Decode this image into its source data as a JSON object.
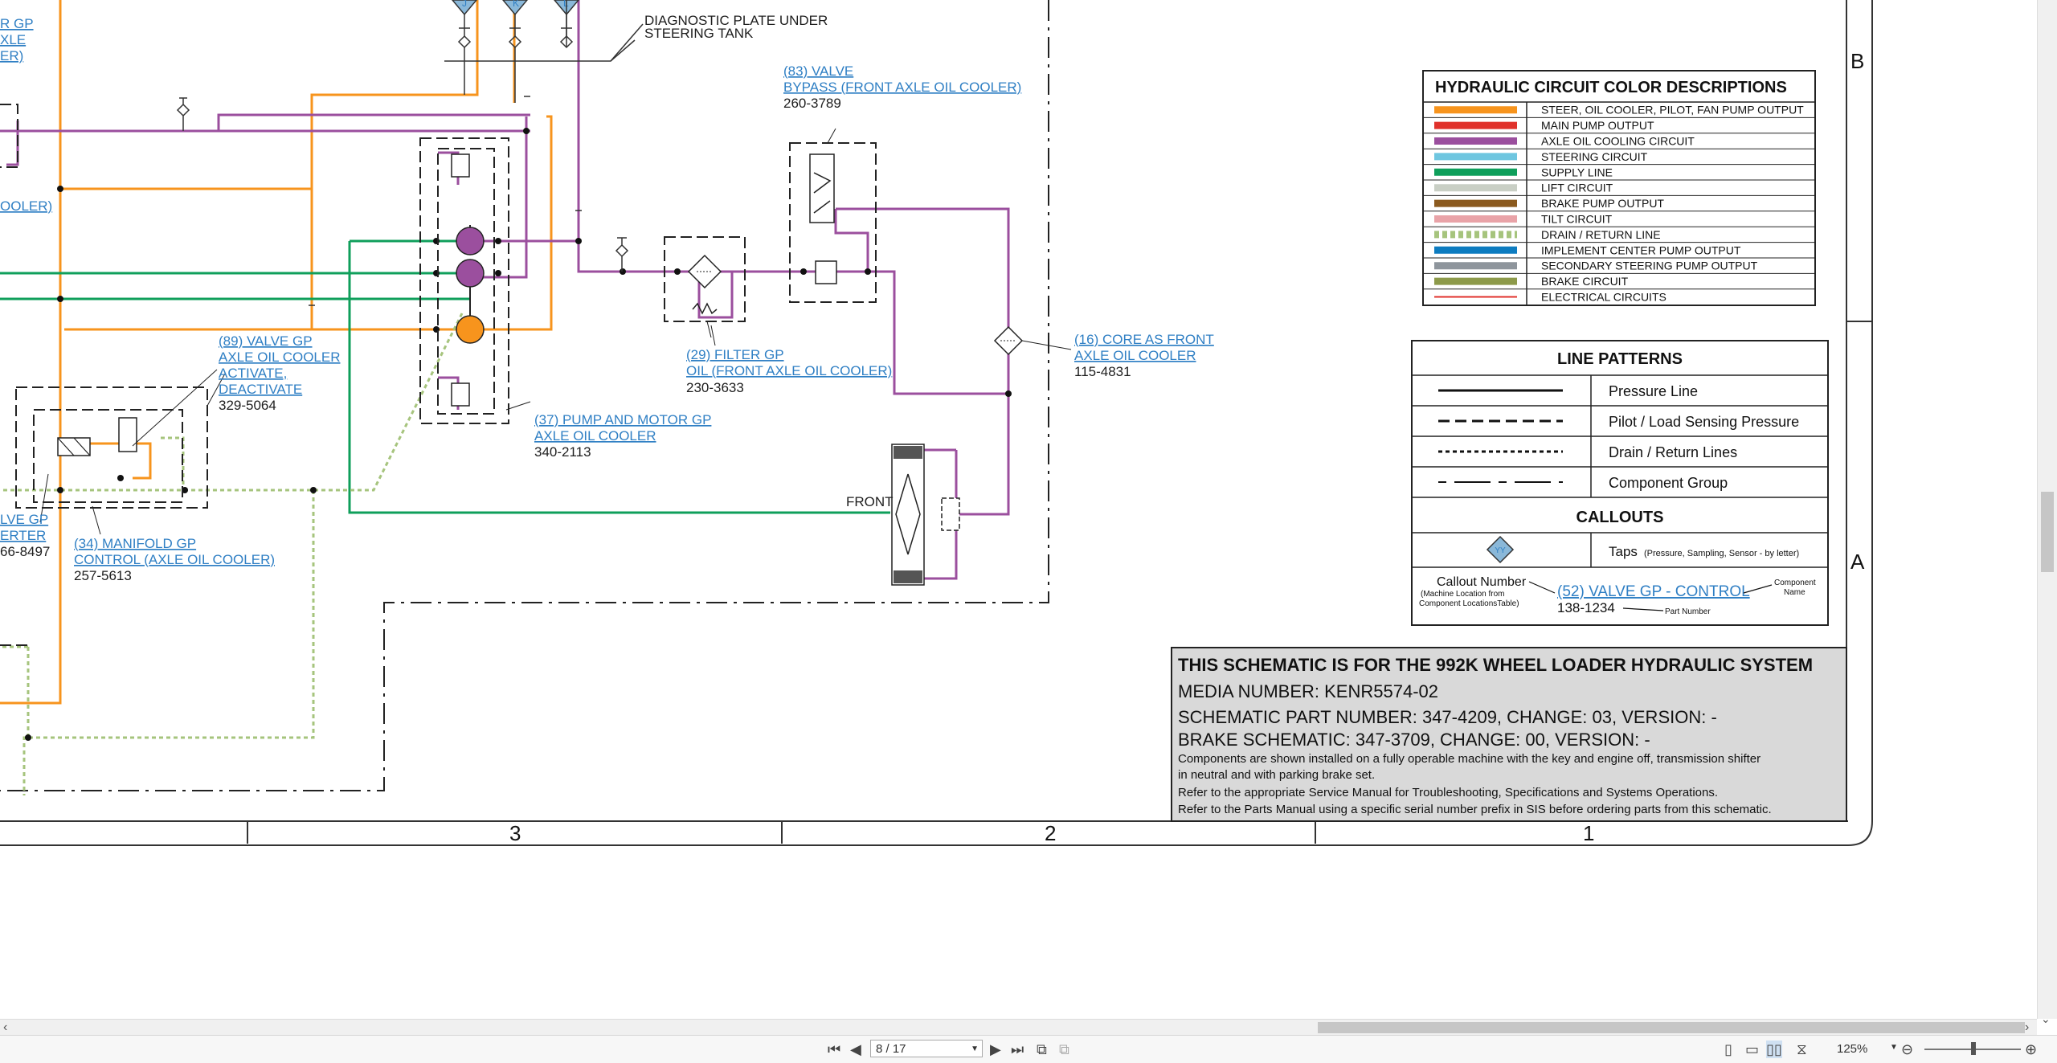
{
  "schematic": {
    "labels": {
      "diag_plate_1": "DIAGNOSTIC PLATE UNDER",
      "diag_plate_2": "STEERING TANK",
      "valve83_1": "(83) VALVE",
      "valve83_2": "BYPASS (FRONT  AXLE OIL COOLER)",
      "valve83_pn": "260-3789",
      "left_gp": "R GP",
      "left_axle": "XLE",
      "left_er": "ER)",
      "left_ooler": "OOLER)",
      "valve89_1": "(89) VALVE GP",
      "valve89_2": "AXLE OIL COOLER",
      "valve89_3": "ACTIVATE,",
      "valve89_4": "DEACTIVATE",
      "valve89_pn": "329-5064",
      "filter29_1": "(29) FILTER GP",
      "filter29_2": "OIL (FRONT AXLE OIL COOLER)",
      "filter29_pn": "230-3633",
      "core16_1": "(16) CORE AS FRONT",
      "core16_2": "AXLE OIL COOLER",
      "core16_pn": "115-4831",
      "pump37_1": "(37) PUMP AND MOTOR GP",
      "pump37_2": "AXLE OIL COOLER",
      "pump37_pn": "340-2113",
      "left_vlve": "LVE GP",
      "left_erter": "ERTER",
      "left_pn": "66-8497",
      "manifold34_1": "(34) MANIFOLD GP",
      "manifold34_2": "CONTROL (AXLE OIL COOLER)",
      "manifold34_pn": "257-5613",
      "front": "FRONT",
      "tap_j": "J",
      "tap_k": "K",
      "tap_l": "L"
    },
    "legend": {
      "title": "HYDRAULIC CIRCUIT COLOR DESCRIPTIONS",
      "items": [
        {
          "label": "STEER, OIL COOLER, PILOT, FAN PUMP OUTPUT",
          "color": "#f7941d"
        },
        {
          "label": "MAIN PUMP OUTPUT",
          "color": "#e0312b"
        },
        {
          "label": "AXLE OIL COOLING CIRCUIT",
          "color": "#9b4f9e"
        },
        {
          "label": "STEERING CIRCUIT",
          "color": "#6ec6e0"
        },
        {
          "label": "SUPPLY LINE",
          "color": "#0f9f5b"
        },
        {
          "label": "LIFT CIRCUIT",
          "color": "#c9cfc5"
        },
        {
          "label": "BRAKE PUMP OUTPUT",
          "color": "#8b5a1e"
        },
        {
          "label": "TILT CIRCUIT",
          "color": "#e9a3a8"
        },
        {
          "label": "DRAIN / RETURN LINE",
          "color": "#a6c47d"
        },
        {
          "label": "IMPLEMENT CENTER PUMP OUTPUT",
          "color": "#0d7cc0"
        },
        {
          "label": "SECONDARY STEERING PUMP OUTPUT",
          "color": "#8e959c"
        },
        {
          "label": "BRAKE CIRCUIT",
          "color": "#8d9a4a"
        },
        {
          "label": "ELECTRICAL CIRCUITS",
          "color": "#e0312b"
        }
      ]
    },
    "line_patterns": {
      "title": "LINE PATTERNS",
      "items": [
        "Pressure Line",
        "Pilot / Load Sensing Pressure",
        "Drain / Return Lines",
        "Component Group"
      ],
      "callouts_title": "CALLOUTS",
      "taps_label": "Taps",
      "taps_note": "(Pressure, Sampling, Sensor - by letter)",
      "tap_symbol": "YY",
      "callout_number": "Callout Number",
      "callout_number_note_1": "(Machine Location from",
      "callout_number_note_2": "Component LocationsTable)",
      "callout_example": "(52) VALVE GP - CONTROL",
      "component_name_1": "Component",
      "component_name_2": "Name",
      "example_pn": "138-1234",
      "part_number": "Part Number"
    },
    "title_block": {
      "title": "THIS SCHEMATIC IS FOR THE 992K WHEEL LOADER HYDRAULIC SYSTEM",
      "media": "MEDIA NUMBER: KENR5574-02",
      "part": "SCHEMATIC PART NUMBER: 347-4209, CHANGE: 03, VERSION: -",
      "brake": "BRAKE SCHEMATIC: 347-3709, CHANGE: 00, VERSION: -",
      "note1a": "Components are shown installed on a fully operable machine with the key and engine off, transmission shifter",
      "note1b": "in neutral and with parking brake set.",
      "note2": "Refer to the appropriate Service Manual for Troubleshooting, Specifications and Systems Operations.",
      "note3": "Refer to the Parts Manual using a specific serial number prefix in SIS before ordering parts from this schematic."
    },
    "grid": {
      "zone_b": "B",
      "zone_a": "A",
      "col_3": "3",
      "col_2": "2",
      "col_1": "1"
    }
  },
  "viewer": {
    "page_indicator": "8 / 17",
    "zoom": "125%"
  }
}
